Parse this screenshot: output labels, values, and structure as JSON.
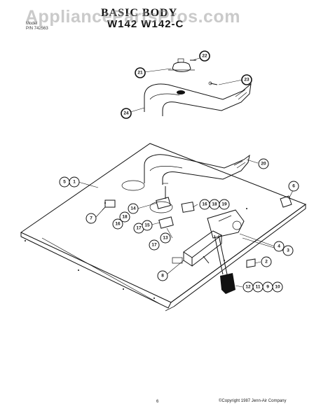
{
  "watermark": "AppliancePartsPros.com",
  "header": {
    "model_label_line1": "Model",
    "model_label_line2": "P/N 742563",
    "title": "BASIC BODY",
    "subtitle": "W142  W142-C"
  },
  "footer": {
    "page_number": "6",
    "copyright": "©Copyright 1987 Jenn-Air Company"
  },
  "callouts": [
    {
      "id": "c22",
      "label": "22"
    },
    {
      "id": "c21",
      "label": "21"
    },
    {
      "id": "c23",
      "label": "23"
    },
    {
      "id": "c24",
      "label": "24"
    },
    {
      "id": "c20",
      "label": "20"
    },
    {
      "id": "c5",
      "label": "5"
    },
    {
      "id": "c1",
      "label": "1"
    },
    {
      "id": "c6",
      "label": "6"
    },
    {
      "id": "c7",
      "label": "7"
    },
    {
      "id": "c14",
      "label": "14"
    },
    {
      "id": "c16a",
      "label": "16"
    },
    {
      "id": "c18a",
      "label": "18"
    },
    {
      "id": "c19a",
      "label": "19"
    },
    {
      "id": "c16b",
      "label": "16"
    },
    {
      "id": "c18b",
      "label": "18"
    },
    {
      "id": "c17a",
      "label": "17"
    },
    {
      "id": "c15",
      "label": "15"
    },
    {
      "id": "c17b",
      "label": "17"
    },
    {
      "id": "c13",
      "label": "13"
    },
    {
      "id": "c4",
      "label": "4"
    },
    {
      "id": "c3",
      "label": "3"
    },
    {
      "id": "c2",
      "label": "2"
    },
    {
      "id": "c8",
      "label": "8"
    },
    {
      "id": "c12",
      "label": "12"
    },
    {
      "id": "c11",
      "label": "11"
    },
    {
      "id": "c9",
      "label": "9"
    },
    {
      "id": "c10",
      "label": "10"
    }
  ]
}
